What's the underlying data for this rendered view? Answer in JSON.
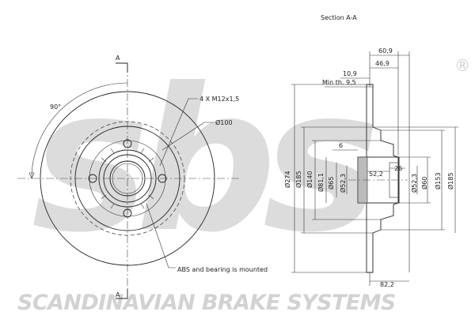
{
  "title": "Section A-A",
  "brand": {
    "logo_text": "sbs",
    "registered_mark": "®",
    "footer_text": "SCANDINAVIAN BRAKE SYSTEMS",
    "watermark_color": "#d9d9d9"
  },
  "section_markers": {
    "top": "A",
    "bottom": "A"
  },
  "front_view": {
    "angle_label": "90°",
    "bolt_label": "4 X M12x1,5",
    "pcd_label": "Ø100",
    "note": "ABS and bearing is mounted"
  },
  "section_view": {
    "top_dims": [
      "60,9",
      "46,9",
      "10,9",
      "Min th. 9,5"
    ],
    "inner_dims": [
      "6",
      "52,2",
      "26"
    ],
    "bottom_dim": "82,2",
    "left_diameters": [
      "Ø274",
      "Ø185",
      "Ø140",
      "Ø81,1",
      "Ø65",
      "Ø52,3"
    ],
    "right_diameters": [
      "Ø52,3",
      "Ø60",
      "Ø153",
      "Ø185"
    ]
  }
}
